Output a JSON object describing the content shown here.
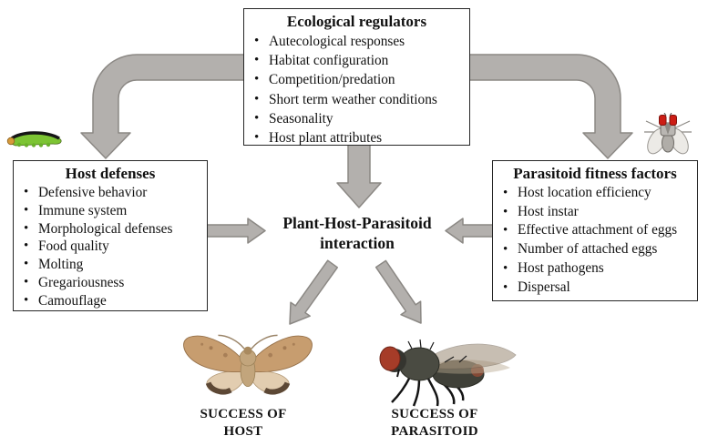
{
  "figure": {
    "name": "Plant-Host-Parasitoid interaction diagram",
    "background": "#ffffff"
  },
  "boxes": {
    "ecological": {
      "title": "Ecological regulators",
      "items": [
        "Autecological responses",
        "Habitat configuration",
        "Competition/predation",
        "Short term weather conditions",
        "Seasonality",
        "Host plant attributes"
      ]
    },
    "host_defenses": {
      "title": "Host defenses",
      "items": [
        "Defensive behavior",
        "Immune system",
        "Morphological defenses",
        "Food quality",
        "Molting",
        "Gregariousness",
        "Camouflage"
      ]
    },
    "parasitoid_fitness": {
      "title": "Parasitoid fitness factors",
      "items": [
        "Host location efficiency",
        "Host instar",
        "Effective attachment of eggs",
        "Number of attached eggs",
        "Host pathogens",
        "Dispersal"
      ]
    }
  },
  "center_node": {
    "line1": "Plant-Host-Parasitoid",
    "line2": "interaction"
  },
  "outcomes": {
    "host": {
      "line1": "SUCCESS OF",
      "line2": "HOST"
    },
    "parasitoid": {
      "line1": "SUCCESS OF",
      "line2": "PARASITOID"
    }
  },
  "icons": {
    "caterpillar": "caterpillar-icon",
    "fly_top": "fly-icon",
    "moth": "moth-image",
    "fly_side": "fly-image"
  },
  "colors": {
    "arrow_fill": "#b3b0ad",
    "arrow_stroke": "#8b8884",
    "box_border": "#262626",
    "caterpillar_green": "#7cc433",
    "fly_eye_red": "#cc1d15",
    "moth_tan": "#c79d6f"
  }
}
